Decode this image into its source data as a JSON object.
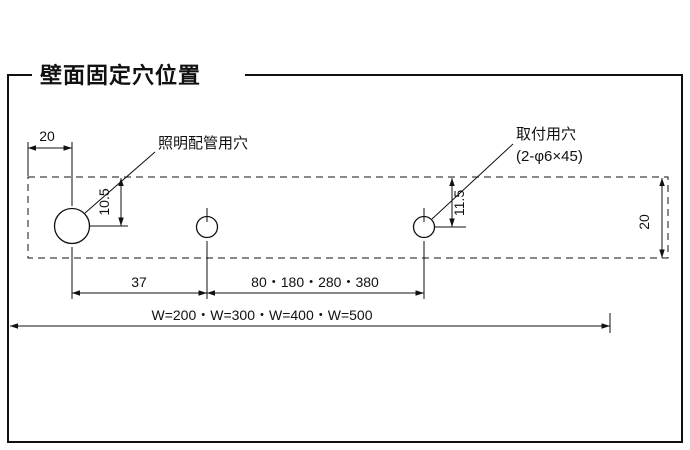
{
  "title": "壁面固定穴位置",
  "labels": {
    "lighting_hole": "照明配管用穴",
    "mounting_hole": "取付用穴",
    "mounting_hole_spec": "(2-φ6×45)"
  },
  "dimensions": {
    "left_edge_to_hole": "20",
    "lighting_hole_top_offset": "10.5",
    "mounting_hole_top_offset": "11.5",
    "panel_height": "20",
    "hole_pitch_left": "37",
    "mounting_pitch_series": "80・180・280・380",
    "overall_width_series": "W=200・W=300・W=400・W=500"
  },
  "colors": {
    "line": "#111111",
    "background": "#ffffff"
  }
}
